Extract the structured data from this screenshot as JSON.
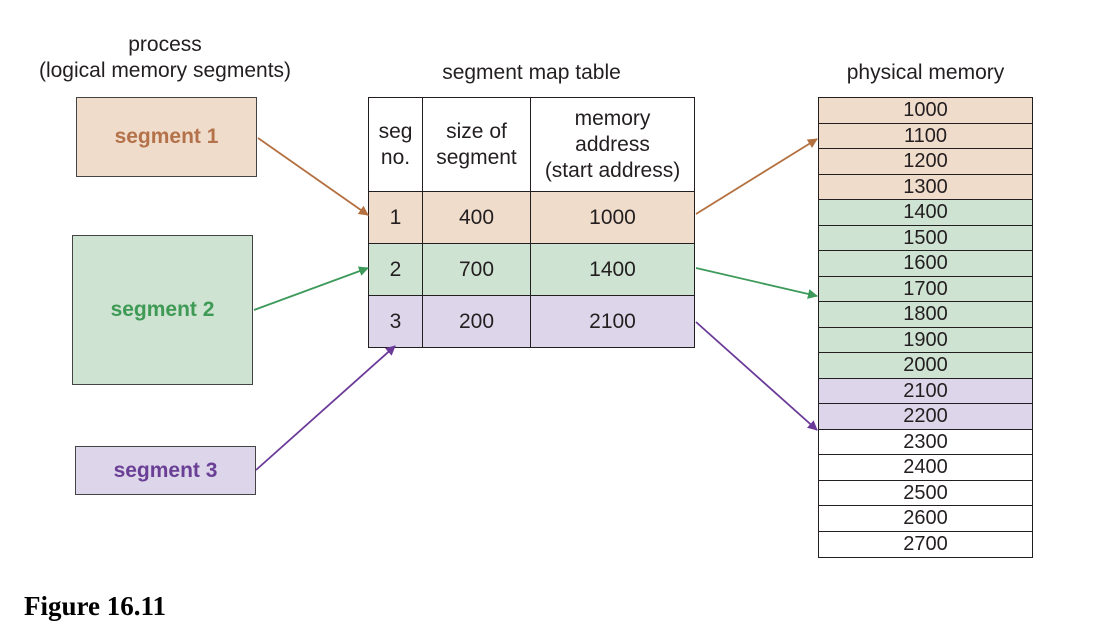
{
  "process_label_line1": "process",
  "process_label_line2": "(logical memory segments)",
  "table_label": "segment map table",
  "physical_label": "physical memory",
  "segments": [
    {
      "label": "segment 1"
    },
    {
      "label": "segment 2"
    },
    {
      "label": "segment 3"
    }
  ],
  "table": {
    "headers": [
      {
        "line1": "seg",
        "line2": "no.",
        "line3": ""
      },
      {
        "line1": "size of",
        "line2": "segment",
        "line3": ""
      },
      {
        "line1": "memory",
        "line2": "address",
        "line3": "(start address)"
      }
    ],
    "rows": [
      {
        "seg": "1",
        "size": "400",
        "address": "1000"
      },
      {
        "seg": "2",
        "size": "700",
        "address": "1400"
      },
      {
        "seg": "3",
        "size": "200",
        "address": "2100"
      }
    ]
  },
  "physical_memory": [
    "1000",
    "1100",
    "1200",
    "1300",
    "1400",
    "1500",
    "1600",
    "1700",
    "1800",
    "1900",
    "2000",
    "2100",
    "2200",
    "2300",
    "2400",
    "2500",
    "2600",
    "2700"
  ],
  "colors": {
    "segment1_fill": "#f0dccb",
    "segment1_text": "#b3724a",
    "segment1_arrow": "#b4703f",
    "segment2_fill": "#cfe3d3",
    "segment2_text": "#3e9a55",
    "segment2_arrow": "#3d9a5a",
    "segment3_fill": "#ddd6ea",
    "segment3_text": "#6a3f96",
    "segment3_arrow": "#6b3a99"
  },
  "caption": "Figure 16.11"
}
